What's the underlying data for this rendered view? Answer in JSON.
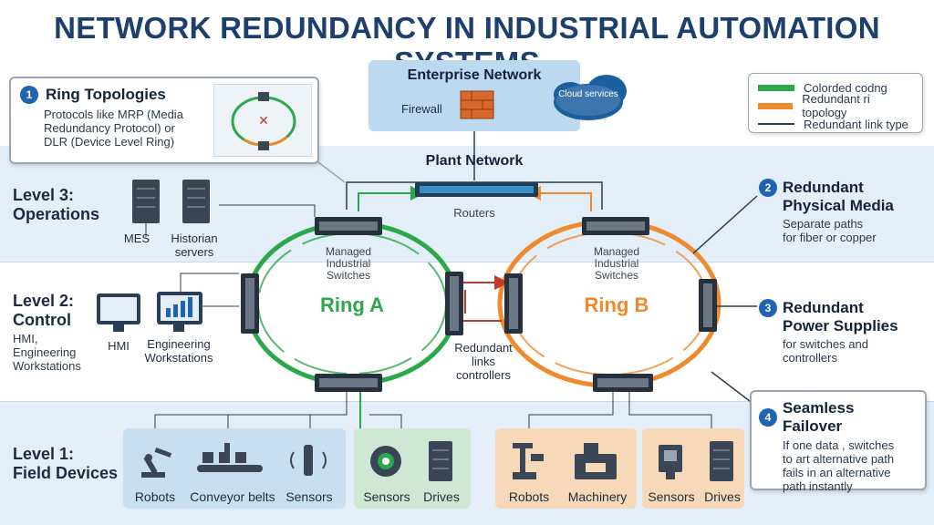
{
  "title": "NETWORK REDUNDANCY IN INDUSTRIAL AUTOMATION SYSTEMS",
  "enterprise": {
    "label": "Enterprise Network",
    "firewall": "Firewall",
    "cloud": "Cloud services"
  },
  "plant": {
    "label": "Plant Network",
    "routers": "Routers"
  },
  "legend": {
    "items": [
      {
        "label": "Colorded codng",
        "color": "#2aa84a"
      },
      {
        "label": "Redundant ri topology",
        "color": "#ef8a2e"
      },
      {
        "label": "Redundant link type",
        "color": "#2c3e55"
      }
    ]
  },
  "levels": {
    "l3": {
      "title": "Level 3:\nOperations"
    },
    "l2": {
      "title": "Level 2:\nControl",
      "sub": "HMI,\nEngineering\nWorkstations"
    },
    "l1": {
      "title": "Level 1:\nField Devices"
    }
  },
  "level3_devices": {
    "mes": "MES",
    "historian": "Historian\nservers"
  },
  "level2_devices": {
    "hmi": "HMI",
    "eng": "Engineering\nWorkstations"
  },
  "rings": {
    "a_label": "Ring A",
    "b_label": "Ring B",
    "a_switches": "Managed\nIndustrial\nSwitches",
    "b_switches": "Managed\nIndustrial\nSwitches",
    "redundant_links": "Redundant\nlinks\ncontrollers",
    "a_color": "#2aa84a",
    "b_color": "#ef8a2e"
  },
  "callouts": {
    "c1": {
      "num": "1",
      "title": "Ring Topologies",
      "body": "Protocols like MRP (Media\nRedundancy Protocol) or\nDLR (Device Level Ring)"
    },
    "c2": {
      "num": "2",
      "title": "Redundant\nPhysical Media",
      "body": "Separate paths\nfor fiber or copper"
    },
    "c3": {
      "num": "3",
      "title": "Redundant\nPower Supplies",
      "body": "for switches and\ncontrollers"
    },
    "c4": {
      "num": "4",
      "title": "Seamless Failover",
      "body": "If one data , switches\nto art alternative path\nfails  in an alternative\npath instantly"
    }
  },
  "field": {
    "robots": "Robots",
    "conveyor": "Conveyor belts",
    "sensors1": "Sensors",
    "sensors2": "Sensors",
    "drives1": "Drives",
    "robots2": "Robots",
    "machinery": "Machinery",
    "sensors3": "Sensors",
    "drives2": "Drives"
  }
}
